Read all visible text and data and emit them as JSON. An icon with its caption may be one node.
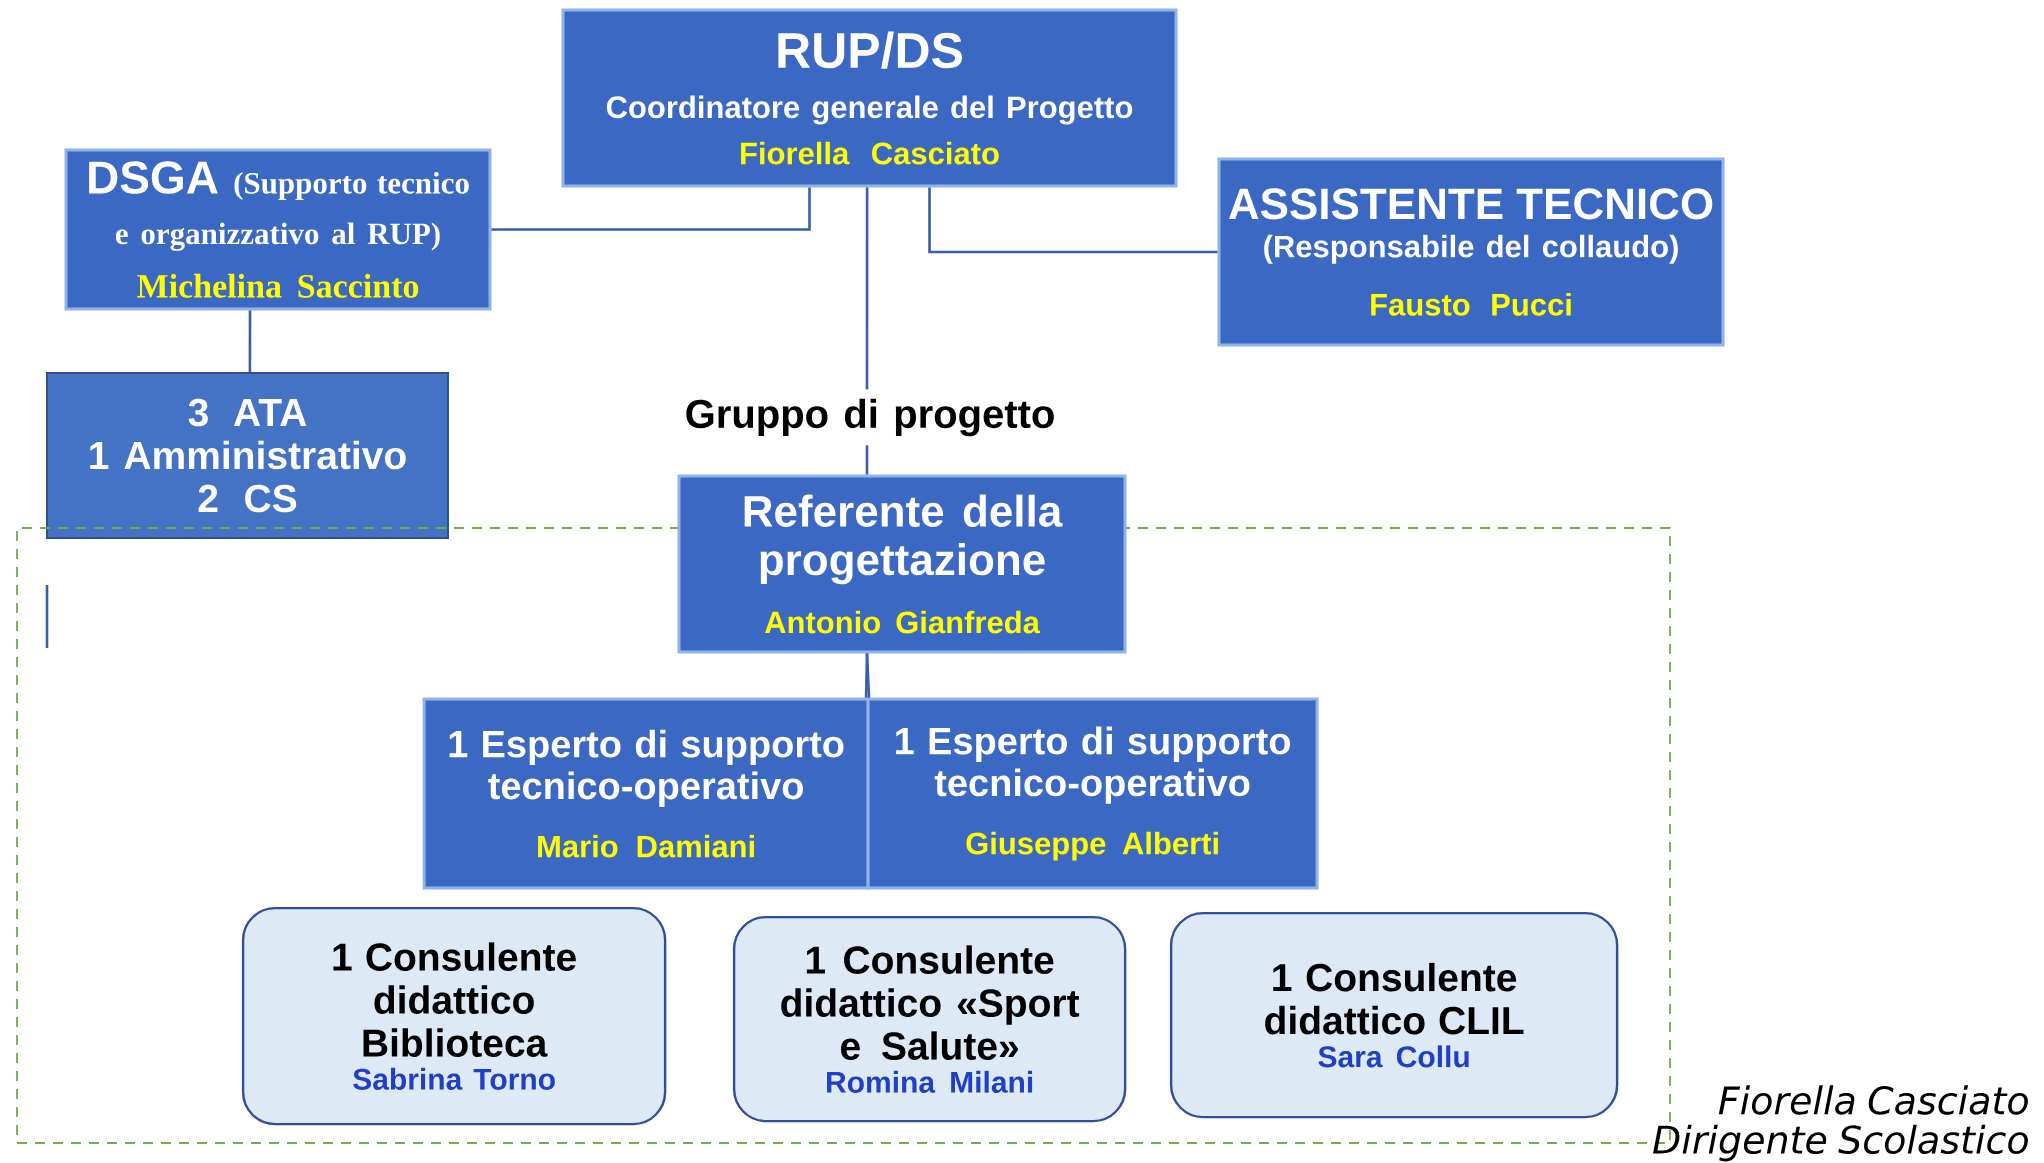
{
  "diagram": {
    "nodes": [
      {
        "text": [
          "RUP/DS",
          "Coordinatore generale del Progetto",
          "Fiorella Casciato"
        ]
      },
      {
        "text": [
          "DSGA",
          "(Supporto tecnico e organizzativo al RUP)",
          "Michelina Saccinto"
        ]
      },
      {
        "text": [
          "ASSISTENTE TECNICO",
          "(Responsabile del collaudo)",
          "Fausto Pucci"
        ]
      },
      {
        "text": [
          "3 ATA",
          "1 Amministrativo",
          "2 CS"
        ]
      },
      {
        "text": [
          "Gruppo di progetto"
        ]
      },
      {
        "text": [],
        "shape": "box"
      },
      {
        "text": [
          "Referente della progettazione",
          "Antonio Gianfreda"
        ]
      },
      {
        "text": [
          "1 Esperto di supporto tecnico-operativo",
          "Mario Damiani"
        ],
        "in": 5
      },
      {
        "text": [
          "1 Esperto di supporto tecnico-operativo",
          "Giuseppe Alberti"
        ],
        "in": 5
      },
      {
        "text": [
          "1 Consulente didattico Biblioteca",
          "Sabrina Torno"
        ],
        "in": 5
      },
      {
        "text": [
          "1 Consulente didattico «Sport e Salute»",
          "Romina Milani"
        ],
        "in": 5
      },
      {
        "text": [
          "1 Consulente didattico CLIL",
          "Sara Collu"
        ],
        "in": 5
      }
    ],
    "edges": [
      {
        "from": 0,
        "to": 1,
        "arrow": "none"
      },
      {
        "from": 0,
        "to": 2,
        "arrow": "none"
      },
      {
        "from": 0,
        "to": 4,
        "arrow": "none"
      },
      {
        "from": 4,
        "to": 6,
        "arrow": "none"
      },
      {
        "from": 1,
        "to": 3,
        "arrow": "none"
      },
      {
        "from": 6,
        "to": 7,
        "arrow": "none"
      },
      {
        "from": 6,
        "to": 8,
        "arrow": "none"
      }
    ],
    "labels": [
      "Fiorella Casciato",
      "Dirigente Scolastico"
    ]
  }
}
